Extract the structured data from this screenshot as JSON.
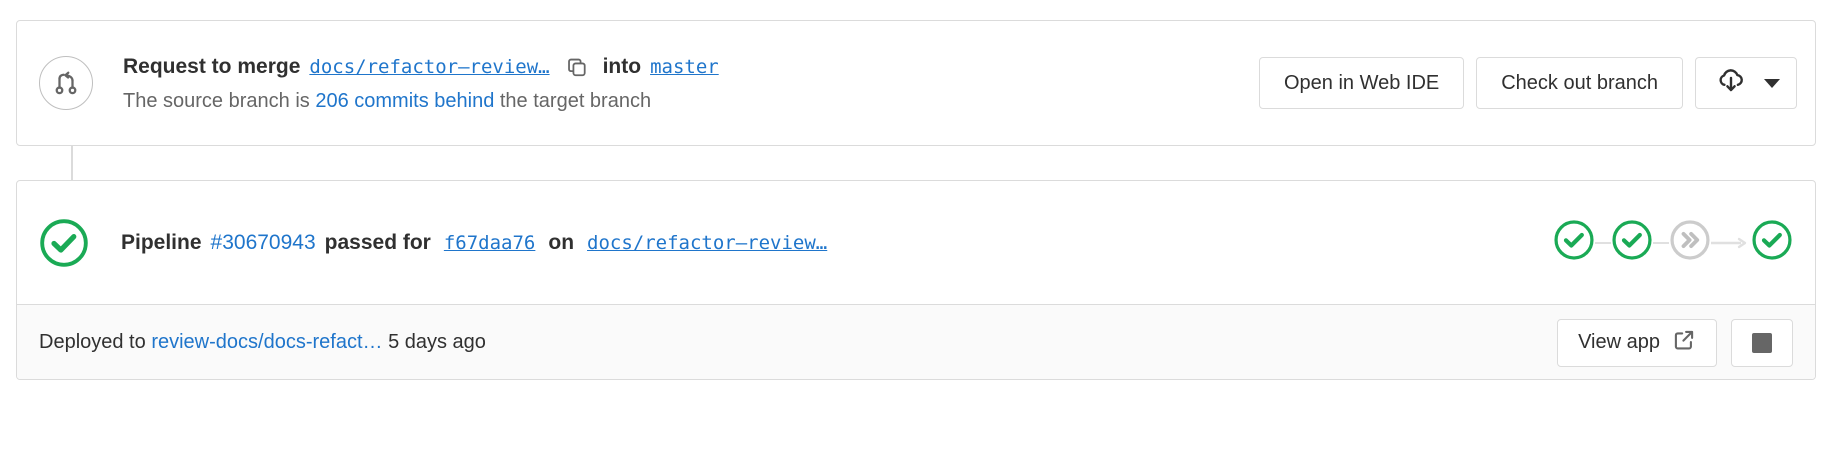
{
  "merge_request": {
    "icon": "merge-request-icon",
    "headline": {
      "prefix": "Request to merge",
      "source_branch": "docs/refactor–review…",
      "copy_icon": "copy-icon",
      "into": "into",
      "target_branch": "master"
    },
    "subtext": {
      "prefix": "The source branch is",
      "link": "206 commits behind",
      "suffix": "the target branch"
    },
    "actions": {
      "web_ide_label": "Open in Web IDE",
      "checkout_label": "Check out branch",
      "download_icon": "cloud-download-icon",
      "dropdown_icon": "chevron-down-icon"
    }
  },
  "pipeline": {
    "status_icon": "status-success-icon",
    "text": {
      "label": "Pipeline",
      "id": "#30670943",
      "verb": "passed for",
      "commit_sha": "f67daa76",
      "on": "on",
      "branch": "docs/refactor–review…"
    },
    "stages": [
      {
        "name": "stage-success-1",
        "state": "success"
      },
      {
        "name": "stage-success-2",
        "state": "success"
      },
      {
        "name": "stage-skipped",
        "state": "skipped"
      },
      {
        "name": "stage-success-3",
        "state": "success"
      }
    ]
  },
  "deployment": {
    "prefix": "Deployed to",
    "environment": "review-docs/docs-refact…",
    "time_ago": "5 days ago",
    "view_app_label": "View app",
    "external_link_icon": "external-link-icon",
    "stop_icon": "stop-icon"
  },
  "colors": {
    "link": "#1f75cb",
    "success": "#1aaa55",
    "skipped": "#bfbfbf",
    "text": "#303030",
    "muted": "#666666",
    "border": "#dbdbdb",
    "footer_bg": "#fafafa"
  }
}
